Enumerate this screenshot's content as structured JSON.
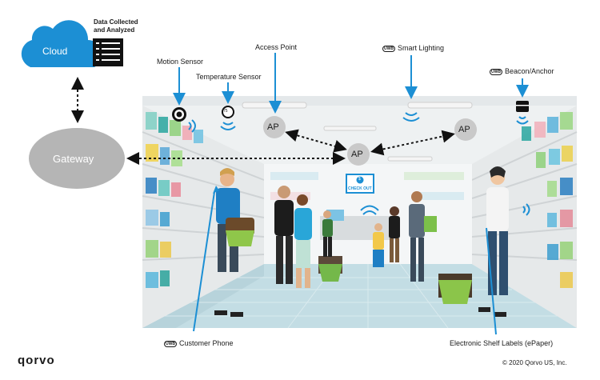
{
  "labels": {
    "cloud": "Cloud",
    "data_collected": "Data Collected",
    "and_analyzed": "and Analyzed",
    "gateway": "Gateway",
    "motion_sensor": "Motion Sensor",
    "temperature_sensor": "Temperature Sensor",
    "temperature_value": "75",
    "access_point": "Access Point",
    "smart_lighting": "Smart Lighting",
    "beacon_anchor": "Beacon/Anchor",
    "ap": "AP",
    "checkout": "CHECK OUT",
    "checkout_symbol": "$",
    "customer_phone": "Customer Phone",
    "electronic_shelf_labels": "Electronic Shelf Labels (ePaper)",
    "uwb": "UWB",
    "brand": "qorvo",
    "copyright": "© 2020 Qorvo US, Inc."
  },
  "colors": {
    "cloud_blue": "#1c8fd4",
    "wave_blue": "#1c8fd4",
    "gateway_gray": "#b5b5b5",
    "ap_gray": "#c9c9c9",
    "floor": "#c3dde4",
    "shelf": "#e9e9e9",
    "wall": "#eef1f2"
  }
}
